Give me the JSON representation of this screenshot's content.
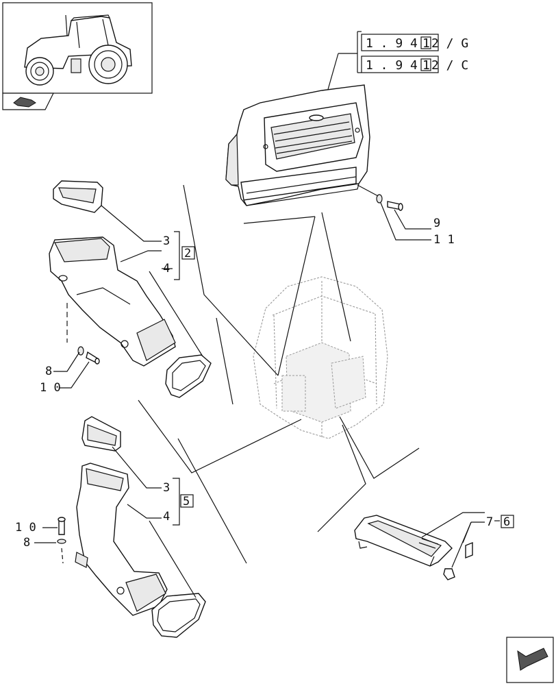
{
  "references": {
    "ref_g": {
      "prefix": "1 . 9 4",
      "boxed": "1",
      "suffix": "2 / G"
    },
    "ref_c": {
      "prefix": "1 . 9 4",
      "boxed": "1",
      "suffix": "2 / C"
    }
  },
  "callouts": {
    "upper_duct": {
      "cover": "3",
      "seal": "4",
      "group": "2",
      "washer": "8",
      "bolt": "1 0"
    },
    "lower_duct": {
      "cover": "3",
      "seal": "4",
      "group": "5",
      "bolt": "1 0",
      "washer": "8"
    },
    "panel": {
      "screw": "9",
      "washer": "1 1"
    },
    "floor_vent": {
      "part": "7",
      "group": "6"
    }
  },
  "icons": {
    "thumbnail": "tractor-thumbnail-icon",
    "section_marker": "book-section-icon",
    "next_page": "next-page-arrow-icon"
  }
}
